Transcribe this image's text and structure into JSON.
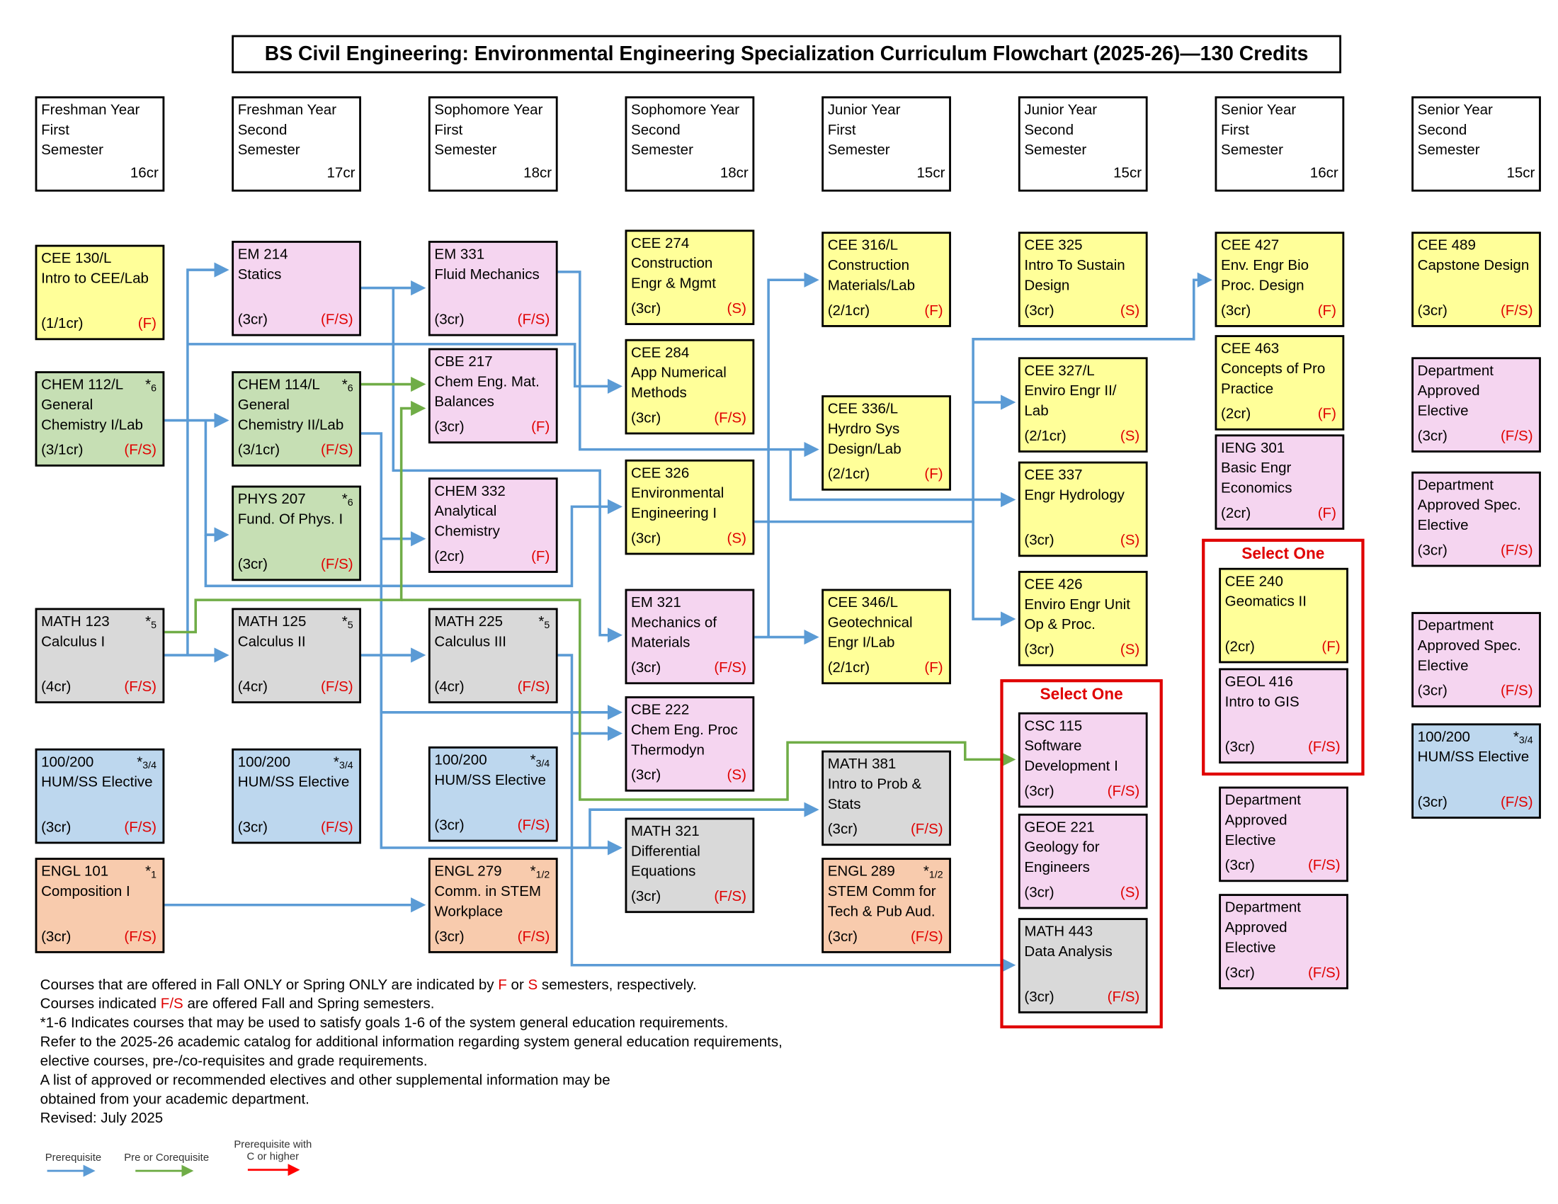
{
  "title": "BS Civil Engineering: Environmental Engineering Specialization Curriculum Flowchart (2025-26)—130 Credits",
  "semesters": [
    {
      "lines": [
        "Freshman Year",
        "First",
        "Semester"
      ],
      "credits": "16cr"
    },
    {
      "lines": [
        "Freshman Year",
        "Second",
        "Semester"
      ],
      "credits": "17cr"
    },
    {
      "lines": [
        "Sophomore Year",
        "First",
        "Semester"
      ],
      "credits": "18cr"
    },
    {
      "lines": [
        "Sophomore Year",
        "Second",
        "Semester"
      ],
      "credits": "18cr"
    },
    {
      "lines": [
        "Junior Year",
        "First",
        "Semester"
      ],
      "credits": "15cr"
    },
    {
      "lines": [
        "Junior Year",
        "Second",
        "Semester"
      ],
      "credits": "15cr"
    },
    {
      "lines": [
        "Senior Year",
        "First",
        "Semester"
      ],
      "credits": "16cr"
    },
    {
      "lines": [
        "Senior Year",
        "Second",
        "Semester"
      ],
      "credits": "15cr"
    }
  ],
  "courses": [
    {
      "lines": [
        "CEE 130/L",
        "Intro to CEE/Lab",
        ""
      ],
      "credits": "(1/1cr)",
      "term": "(F)",
      "color": "yellow"
    },
    {
      "lines": [
        "CHEM 112/L",
        "General",
        "Chemistry I/Lab"
      ],
      "credits": "(3/1cr)",
      "term": "(F/S)",
      "color": "green",
      "note": "6"
    },
    {
      "lines": [
        "MATH 123",
        "Calculus I",
        ""
      ],
      "credits": "(4cr)",
      "term": "(F/S)",
      "color": "gray",
      "note": "5"
    },
    {
      "lines": [
        "100/200",
        "HUM/SS Elective",
        ""
      ],
      "credits": "(3cr)",
      "term": "(F/S)",
      "color": "blue",
      "note": "3/4"
    },
    {
      "lines": [
        "ENGL 101",
        "Composition I",
        ""
      ],
      "credits": "(3cr)",
      "term": "(F/S)",
      "color": "orange",
      "note": "1"
    },
    {
      "lines": [
        "EM 214",
        "Statics",
        ""
      ],
      "credits": "(3cr)",
      "term": "(F/S)",
      "color": "pink"
    },
    {
      "lines": [
        "CHEM 114/L",
        "General",
        "Chemistry II/Lab"
      ],
      "credits": "(3/1cr)",
      "term": "(F/S)",
      "color": "green",
      "note": "6"
    },
    {
      "lines": [
        "PHYS 207",
        "Fund. Of Phys. I",
        ""
      ],
      "credits": "(3cr)",
      "term": "(F/S)",
      "color": "green",
      "note": "6"
    },
    {
      "lines": [
        "MATH 125",
        "Calculus II",
        ""
      ],
      "credits": "(4cr)",
      "term": "(F/S)",
      "color": "gray",
      "note": "5"
    },
    {
      "lines": [
        "100/200",
        "HUM/SS Elective",
        ""
      ],
      "credits": "(3cr)",
      "term": "(F/S)",
      "color": "blue",
      "note": "3/4"
    },
    {
      "lines": [
        "EM 331",
        "Fluid Mechanics",
        ""
      ],
      "credits": "(3cr)",
      "term": "(F/S)",
      "color": "pink"
    },
    {
      "lines": [
        "CBE 217",
        "Chem Eng. Mat.",
        "Balances"
      ],
      "credits": "(3cr)",
      "term": "(F)",
      "color": "pink"
    },
    {
      "lines": [
        "CHEM 332",
        "Analytical",
        "Chemistry"
      ],
      "credits": "(2cr)",
      "term": "(F)",
      "color": "pink"
    },
    {
      "lines": [
        "MATH 225",
        "Calculus III",
        ""
      ],
      "credits": "(4cr)",
      "term": "(F/S)",
      "color": "gray",
      "note": "5"
    },
    {
      "lines": [
        "100/200",
        "HUM/SS Elective",
        ""
      ],
      "credits": "(3cr)",
      "term": "(F/S)",
      "color": "blue",
      "note": "3/4"
    },
    {
      "lines": [
        "ENGL 279",
        "Comm. in STEM",
        "Workplace"
      ],
      "credits": "(3cr)",
      "term": "(F/S)",
      "color": "orange",
      "note": "1/2"
    },
    {
      "lines": [
        "CEE 274",
        "Construction",
        "Engr & Mgmt"
      ],
      "credits": "(3cr)",
      "term": "(S)",
      "color": "yellow"
    },
    {
      "lines": [
        "CEE 284",
        "App Numerical",
        "Methods"
      ],
      "credits": "(3cr)",
      "term": "(F/S)",
      "color": "yellow"
    },
    {
      "lines": [
        "CEE 326",
        "Environmental",
        "Engineering I"
      ],
      "credits": "(3cr)",
      "term": "(S)",
      "color": "yellow"
    },
    {
      "lines": [
        "EM 321",
        "Mechanics of",
        "Materials"
      ],
      "credits": "(3cr)",
      "term": "(F/S)",
      "color": "pink"
    },
    {
      "lines": [
        "CBE 222",
        "Chem Eng. Proc",
        "Thermodyn"
      ],
      "credits": "(3cr)",
      "term": "(S)",
      "color": "pink"
    },
    {
      "lines": [
        "MATH 321",
        "Differential",
        "Equations"
      ],
      "credits": "(3cr)",
      "term": "(F/S)",
      "color": "gray"
    },
    {
      "lines": [
        "CEE 316/L",
        "Construction",
        "Materials/Lab"
      ],
      "credits": "(2/1cr)",
      "term": "(F)",
      "color": "yellow"
    },
    {
      "lines": [
        "CEE 336/L",
        "Hyrdro Sys",
        "Design/Lab"
      ],
      "credits": "(2/1cr)",
      "term": "(F)",
      "color": "yellow"
    },
    {
      "lines": [
        "CEE 346/L",
        "Geotechnical",
        "Engr I/Lab"
      ],
      "credits": "(2/1cr)",
      "term": "(F)",
      "color": "yellow"
    },
    {
      "lines": [
        "MATH 381",
        "Intro to Prob &",
        "Stats"
      ],
      "credits": "(3cr)",
      "term": "(F/S)",
      "color": "gray"
    },
    {
      "lines": [
        "ENGL 289",
        "STEM Comm for",
        "Tech & Pub Aud."
      ],
      "credits": "(3cr)",
      "term": "(F/S)",
      "color": "orange",
      "note": "1/2"
    },
    {
      "lines": [
        "CEE 325",
        "Intro To Sustain",
        "Design"
      ],
      "credits": "(3cr)",
      "term": "(S)",
      "color": "yellow"
    },
    {
      "lines": [
        "CEE 327/L",
        "Enviro Engr II/",
        "Lab"
      ],
      "credits": "(2/1cr)",
      "term": "(S)",
      "color": "yellow"
    },
    {
      "lines": [
        "CEE 337",
        "Engr Hydrology",
        ""
      ],
      "credits": "(3cr)",
      "term": "(S)",
      "color": "yellow"
    },
    {
      "lines": [
        "CEE 426",
        "Enviro Engr Unit",
        "Op & Proc."
      ],
      "credits": "(3cr)",
      "term": "(S)",
      "color": "yellow"
    },
    {
      "lines": [
        "CSC 115",
        "Software",
        "Development I"
      ],
      "credits": "(3cr)",
      "term": "(F/S)",
      "color": "pink"
    },
    {
      "lines": [
        "GEOE 221",
        "Geology for",
        "Engineers"
      ],
      "credits": "(3cr)",
      "term": "(S)",
      "color": "pink"
    },
    {
      "lines": [
        "MATH 443",
        "Data Analysis",
        ""
      ],
      "credits": "(3cr)",
      "term": "(F/S)",
      "color": "gray"
    },
    {
      "lines": [
        "CEE 427",
        "Env. Engr Bio",
        "Proc. Design"
      ],
      "credits": "(3cr)",
      "term": "(F)",
      "color": "yellow"
    },
    {
      "lines": [
        "CEE 463",
        "Concepts of Pro",
        "Practice"
      ],
      "credits": "(2cr)",
      "term": "(F)",
      "color": "yellow"
    },
    {
      "lines": [
        "IENG 301",
        "Basic Engr",
        "Economics"
      ],
      "credits": "(2cr)",
      "term": "(F)",
      "color": "pink"
    },
    {
      "lines": [
        "CEE 240",
        "Geomatics II",
        ""
      ],
      "credits": "(2cr)",
      "term": "(F)",
      "color": "yellow"
    },
    {
      "lines": [
        "GEOL 416",
        "Intro to GIS",
        ""
      ],
      "credits": "(3cr)",
      "term": "(F/S)",
      "color": "pink"
    },
    {
      "lines": [
        "Department",
        "Approved",
        "Elective"
      ],
      "credits": "(3cr)",
      "term": "(F/S)",
      "color": "pink"
    },
    {
      "lines": [
        "Department",
        "Approved",
        "Elective"
      ],
      "credits": "(3cr)",
      "term": "(F/S)",
      "color": "pink"
    },
    {
      "lines": [
        "CEE 489",
        "Capstone Design",
        ""
      ],
      "credits": "(3cr)",
      "term": "(F/S)",
      "color": "yellow"
    },
    {
      "lines": [
        "Department",
        "Approved",
        "Elective"
      ],
      "credits": "(3cr)",
      "term": "(F/S)",
      "color": "pink"
    },
    {
      "lines": [
        "Department",
        "Approved Spec.",
        "Elective"
      ],
      "credits": "(3cr)",
      "term": "(F/S)",
      "color": "pink"
    },
    {
      "lines": [
        "Department",
        "Approved Spec.",
        "Elective"
      ],
      "credits": "(3cr)",
      "term": "(F/S)",
      "color": "pink"
    },
    {
      "lines": [
        "100/200",
        "HUM/SS Elective",
        ""
      ],
      "credits": "(3cr)",
      "term": "(F/S)",
      "color": "blue",
      "note": "3/4"
    }
  ],
  "select_one_label": "Select One",
  "notes": [
    [
      {
        "t": "Courses that are offered in Fall ONLY or Spring ONLY are indicated by "
      },
      {
        "t": "F",
        "red": true
      },
      {
        "t": " or "
      },
      {
        "t": "S",
        "red": true
      },
      {
        "t": " semesters, respectively."
      }
    ],
    [
      {
        "t": "Courses indicated "
      },
      {
        "t": "F/S",
        "red": true
      },
      {
        "t": " are offered Fall and Spring semesters."
      }
    ],
    [
      {
        "t": "*1-6 Indicates courses that may be used to satisfy goals 1-6 of the system general education requirements."
      }
    ],
    [
      {
        "t": "Refer to the 2025-26 academic catalog for additional information regarding system general education requirements,"
      }
    ],
    [
      {
        "t": "elective courses, pre-/co-requisites and grade requirements."
      }
    ],
    [
      {
        "t": "A list of approved or recommended electives and other supplemental information may be"
      }
    ],
    [
      {
        "t": "obtained from your academic department."
      }
    ],
    [
      {
        "t": "Revised: July 2025"
      }
    ]
  ],
  "legend": {
    "prerequisite": "Prerequisite",
    "pre_or_coreq": "Pre or Corequisite",
    "prereq_c_line1": "Prerequisite with",
    "prereq_c_line2": "C or higher"
  },
  "colors": {
    "prereq": "#5b9bd5",
    "coreq": "#70ad47",
    "c_or_higher": "#ff0000",
    "select_border": "#e00000"
  }
}
